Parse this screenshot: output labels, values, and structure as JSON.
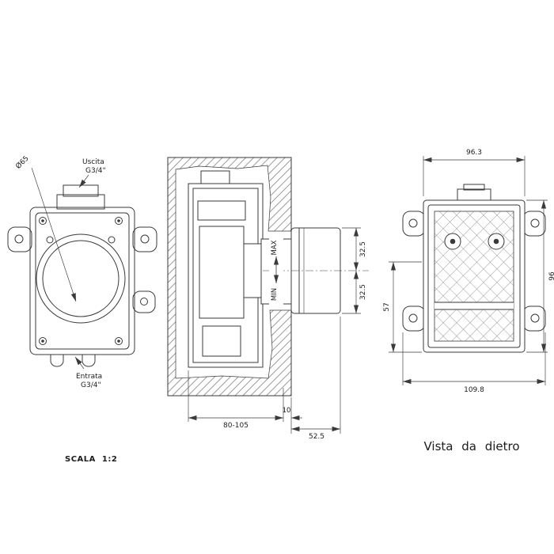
{
  "page": {
    "background": "#ffffff",
    "line_color": "#3a3a3a"
  },
  "labels": {
    "scale": "SCALA 1:2",
    "rear_view_caption": "Vista da dietro"
  },
  "front_view": {
    "diameter_label": "Ø65",
    "outlet_label_1": "Uscita",
    "outlet_label_2": "G3/4\"",
    "inlet_label_1": "Entrata",
    "inlet_label_2": "G3/4\""
  },
  "section_view": {
    "max_label": "MAX",
    "min_label": "MIN",
    "dim_upper": "32.5",
    "dim_lower": "32.5",
    "dim_depth_range": "80-105",
    "dim_wall_gap": "10",
    "dim_protrusion": "52.5"
  },
  "rear_view": {
    "dim_width_top": "96.3",
    "dim_height_partial": "57",
    "dim_height_full": "96",
    "dim_width_full": "109.8"
  }
}
